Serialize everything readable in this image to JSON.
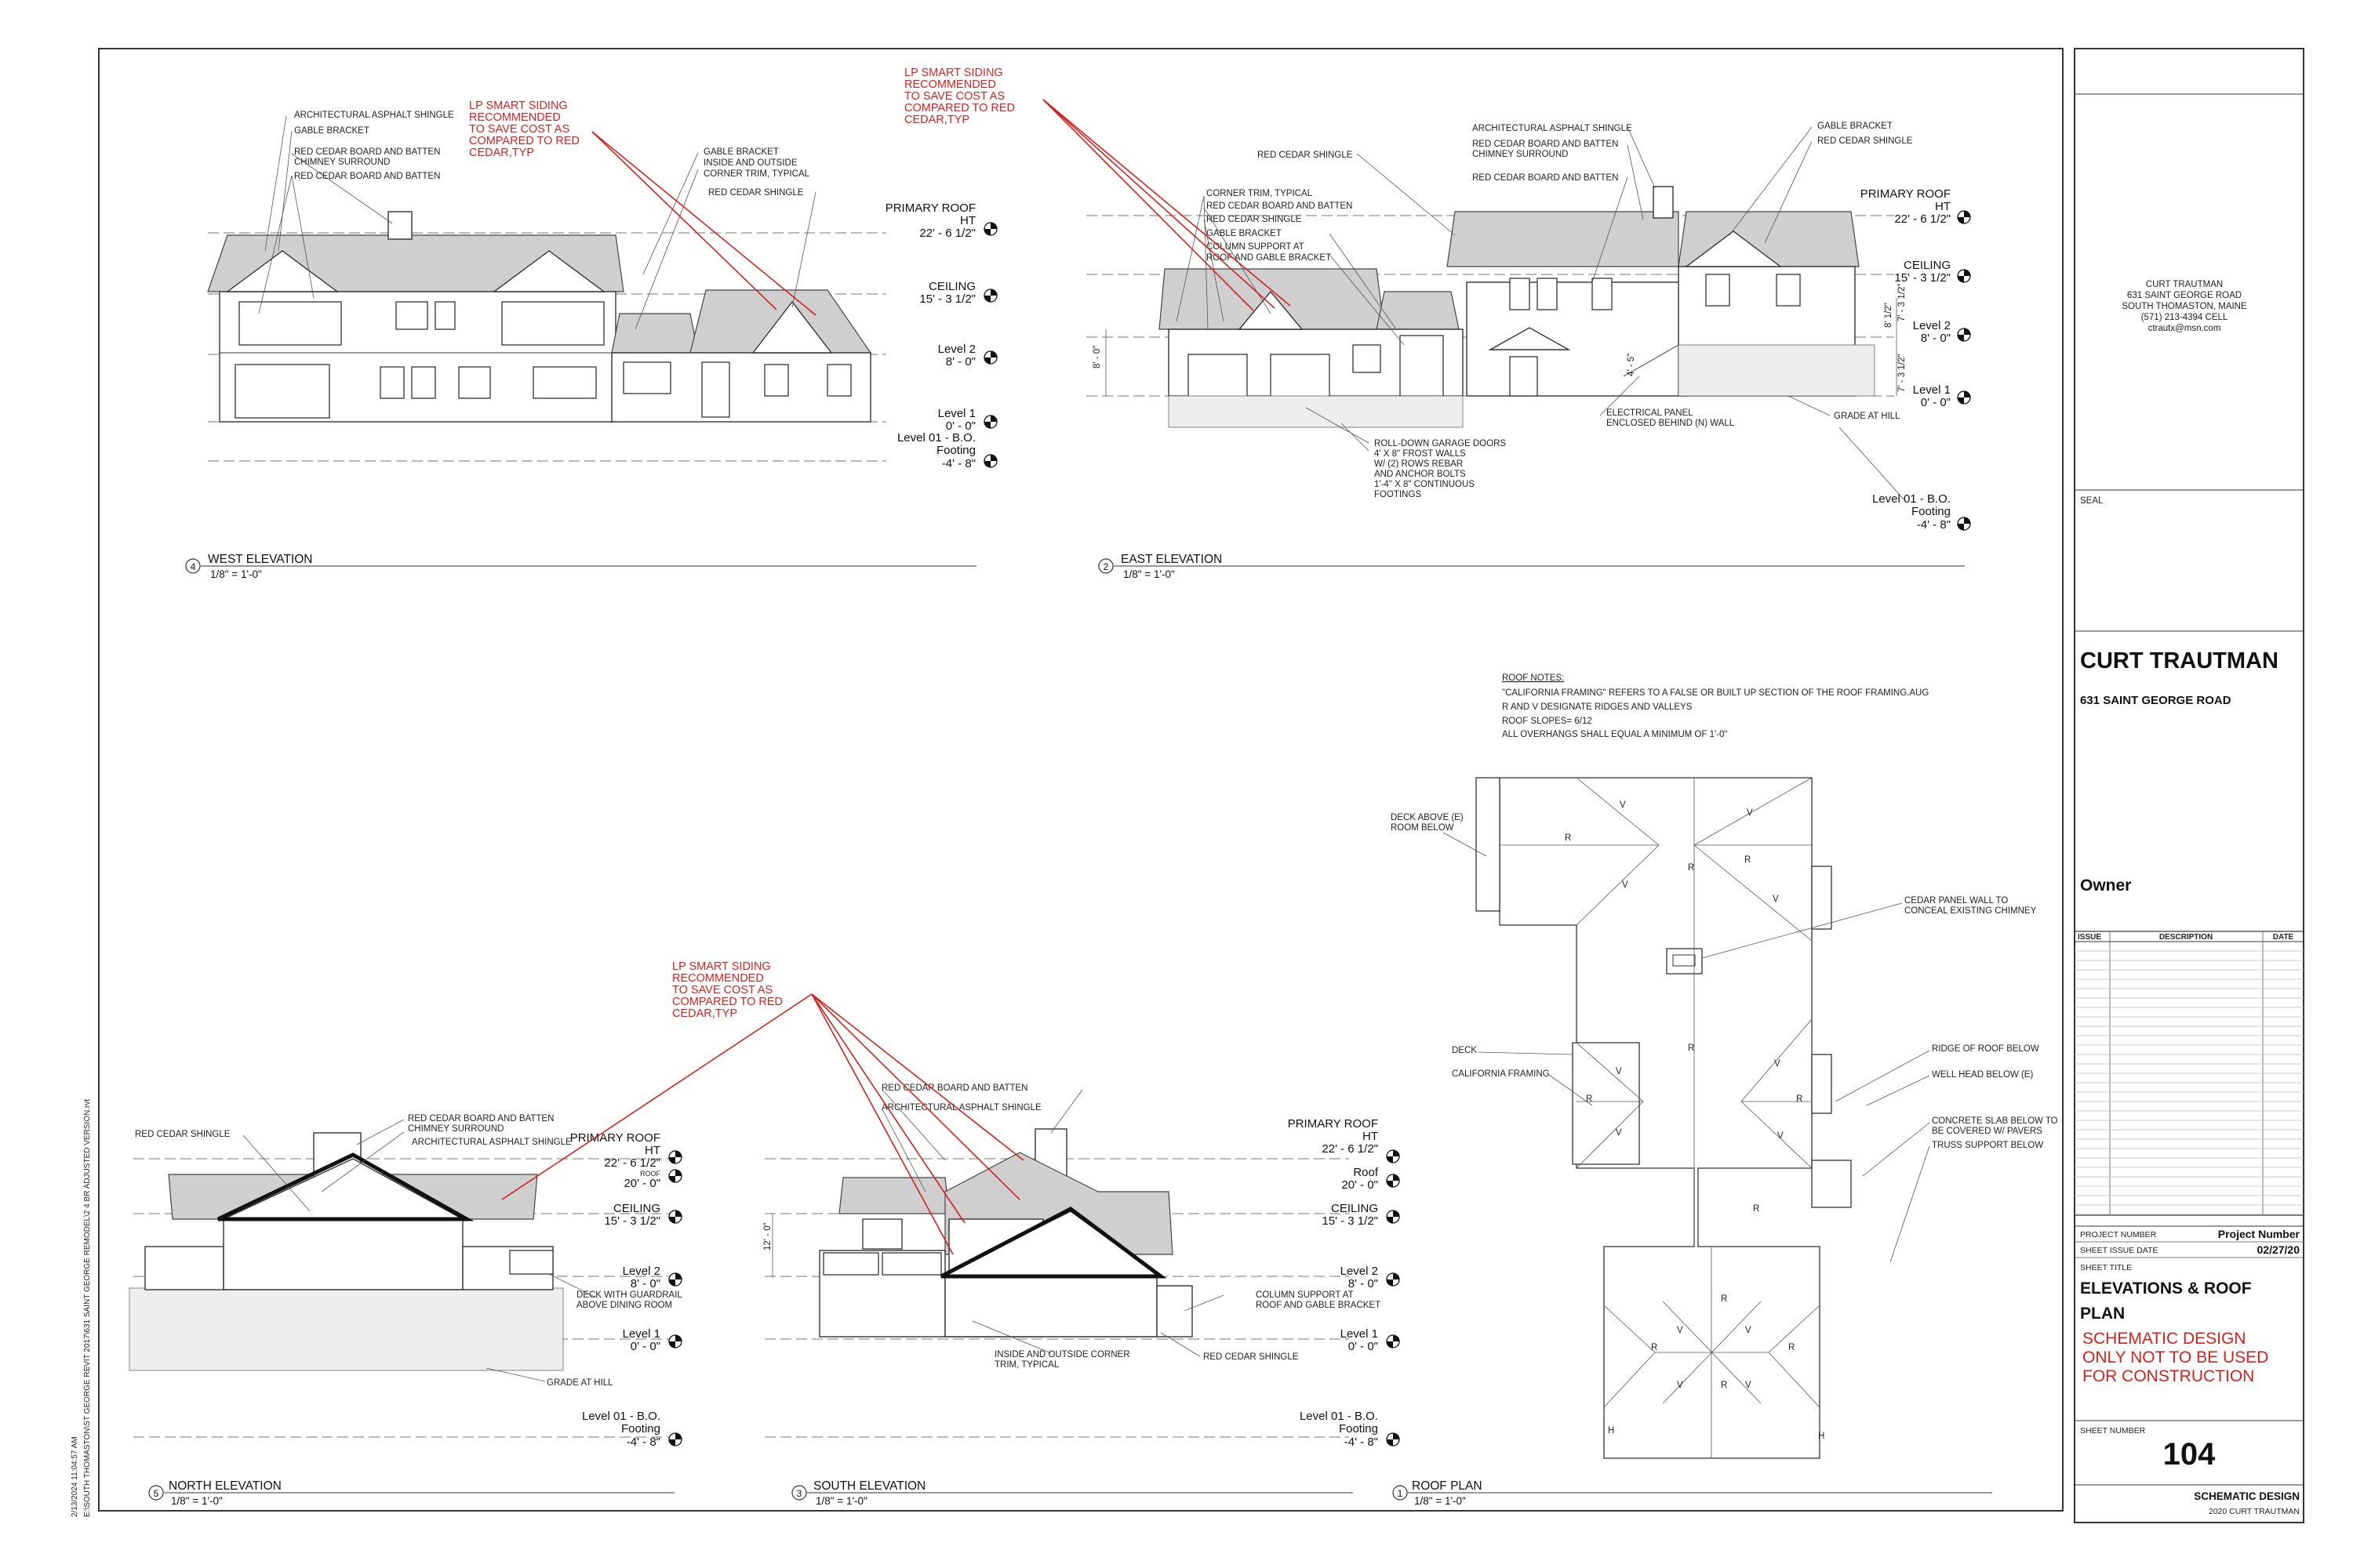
{
  "title_block": {
    "owner_info": [
      "CURT TRAUTMAN",
      "631 SAINT GEORGE ROAD",
      "SOUTH THOMASTON, MAINE",
      "(571) 213-4394 CELL",
      "ctrautx@msn.com"
    ],
    "seal_label": "SEAL",
    "client_name": "CURT TRAUTMAN",
    "client_address": "631 SAINT GEORGE ROAD",
    "owner_label": "Owner",
    "issue_headers": [
      "ISSUE",
      "DESCRIPTION",
      "DATE"
    ],
    "project_number_label": "PROJECT NUMBER",
    "project_number_value": "Project Number",
    "issue_date_label": "SHEET ISSUE DATE",
    "issue_date_value": "02/27/20",
    "sheet_title_label": "SHEET TITLE",
    "sheet_title_line1": "ELEVATIONS & ROOF",
    "sheet_title_line2": "PLAN",
    "warning_line1": "SCHEMATIC DESIGN",
    "warning_line2": "ONLY NOT TO BE USED",
    "warning_line3": "FOR CONSTRUCTION",
    "sheet_number_label": "SHEET NUMBER",
    "sheet_number": "104",
    "phase": "SCHEMATIC DESIGN",
    "copyright": "2020 CURT TRAUTMAN"
  },
  "side_stamp": {
    "timestamp": "2/13/2024 11:04:57 AM",
    "file_path": "E:\\SOUTH THOMASTON\\ST GEORGE REVIT 2017\\631 SAINT GEORGE REMODEL\\2 4 BR ADJUSTED VERSION.rvt"
  },
  "red_note": [
    "LP SMART SIDING",
    "RECOMMENDED",
    "TO SAVE COST AS",
    "COMPARED TO RED",
    "CEDAR,TYP"
  ],
  "levels": {
    "primary_roof": "PRIMARY ROOF",
    "ht": "HT",
    "primary_roof_value": "22' - 6 1/2\"",
    "ceiling": "CEILING",
    "ceiling_value": "15' - 3 1/2\"",
    "level2": "Level 2",
    "level2_value": "8' - 0\"",
    "level1": "Level 1",
    "level1_value": "0' - 0\"",
    "footing1": "Level 01 - B.O.",
    "footing2": "Footing",
    "footing_value": "-4' - 8\"",
    "roof": "Roof",
    "roof_value": "20' - 0\"",
    "roof_small": "ROOF"
  },
  "views": {
    "west": {
      "num": "4",
      "title": "WEST ELEVATION",
      "scale": "1/8\" = 1'-0\""
    },
    "east": {
      "num": "2",
      "title": "EAST ELEVATION",
      "scale": "1/8\" = 1'-0\""
    },
    "north": {
      "num": "5",
      "title": "NORTH ELEVATION",
      "scale": "1/8\" = 1'-0\""
    },
    "south": {
      "num": "3",
      "title": "SOUTH ELEVATION",
      "scale": "1/8\" = 1'-0\""
    },
    "roofplan": {
      "num": "1",
      "title": "ROOF PLAN",
      "scale": "1/8\" = 1'-0\""
    }
  },
  "west_notes": [
    "ARCHITECTURAL ASPHALT SHINGLE",
    "GABLE BRACKET",
    "RED CEDAR BOARD AND BATTEN",
    "CHIMNEY SURROUND",
    "RED CEDAR BOARD AND BATTEN"
  ],
  "west_notes_right": [
    "GABLE BRACKET",
    "INSIDE AND OUTSIDE",
    "CORNER TRIM, TYPICAL",
    "RED CEDAR SHINGLE"
  ],
  "east_notes_left": [
    "RED CEDAR SHINGLE",
    "CORNER TRIM, TYPICAL",
    "RED CEDAR BOARD AND BATTEN",
    "RED CEDAR SHINGLE",
    "GABLE BRACKET",
    "COLUMN SUPPORT AT",
    "ROOF AND GABLE BRACKET"
  ],
  "east_notes_mid": [
    "ARCHITECTURAL ASPHALT SHINGLE",
    "RED CEDAR BOARD AND BATTEN",
    "CHIMNEY SURROUND",
    "RED CEDAR BOARD AND BATTEN"
  ],
  "east_notes_right": [
    "GABLE BRACKET",
    "RED CEDAR SHINGLE"
  ],
  "east_notes_bottom": [
    "ROLL-DOWN GARAGE DOORS",
    "4' X 8\" FROST WALLS",
    "W/ (2) ROWS REBAR",
    "AND  ANCHOR BOLTS",
    "1'-4\" X 8\" CONTINUOUS",
    "FOOTINGS"
  ],
  "east_notes_panel": [
    "ELECTRICAL PANEL",
    "ENCLOSED BEHIND (N) WALL"
  ],
  "east_grade": "GRADE AT HILL",
  "east_dims": [
    "8' - 0\"",
    "8' 1/2\"",
    "7' - 3 1/2\"",
    "4' - 5\"",
    "7' - 3 1/2\""
  ],
  "north_notes": [
    "RED CEDAR SHINGLE",
    "RED CEDAR BOARD AND BATTEN",
    "CHIMNEY SURROUND",
    "ARCHITECTURAL ASPHALT SHINGLE",
    "DECK WITH GUARDRAIL",
    "ABOVE DINING ROOM",
    "GRADE AT HILL"
  ],
  "south_notes": [
    "RED CEDAR BOARD AND BATTEN",
    "ARCHITECTURAL ASPHALT SHINGLE",
    "COLUMN SUPPORT AT",
    "ROOF AND GABLE BRACKET",
    "INSIDE AND OUTSIDE CORNER",
    "TRIM, TYPICAL",
    "RED CEDAR SHINGLE"
  ],
  "south_dim": "12' - 0\"",
  "roof_notes": {
    "heading": "ROOF NOTES:",
    "lines": [
      "\"CALIFORNIA FRAMING\" REFERS TO A FALSE OR BUILT UP SECTION OF THE ROOF FRAMING.AUG",
      "R AND V DESIGNATE RIDGES AND VALLEYS",
      "ROOF SLOPES= 6/12",
      "ALL OVERHANGS SHALL EQUAL A MINIMUM OF 1'-0\""
    ]
  },
  "plan_notes": {
    "deck_above": [
      "DECK ABOVE (E)",
      "ROOM BELOW"
    ],
    "cedar_panel": [
      "CEDAR  PANEL WALL TO",
      "CONCEAL EXISTING CHIMNEY"
    ],
    "deck": "DECK",
    "california": "CALIFORNIA FRAMING",
    "ridge": "RIDGE OF ROOF BELOW",
    "well": "WELL HEAD BELOW (E)",
    "slab": [
      "CONCRETE SLAB BELOW TO",
      "BE COVERED W/ PAVERS"
    ],
    "truss": "TRUSS SUPPORT BELOW",
    "r": "R",
    "v": "V",
    "h": "H"
  }
}
